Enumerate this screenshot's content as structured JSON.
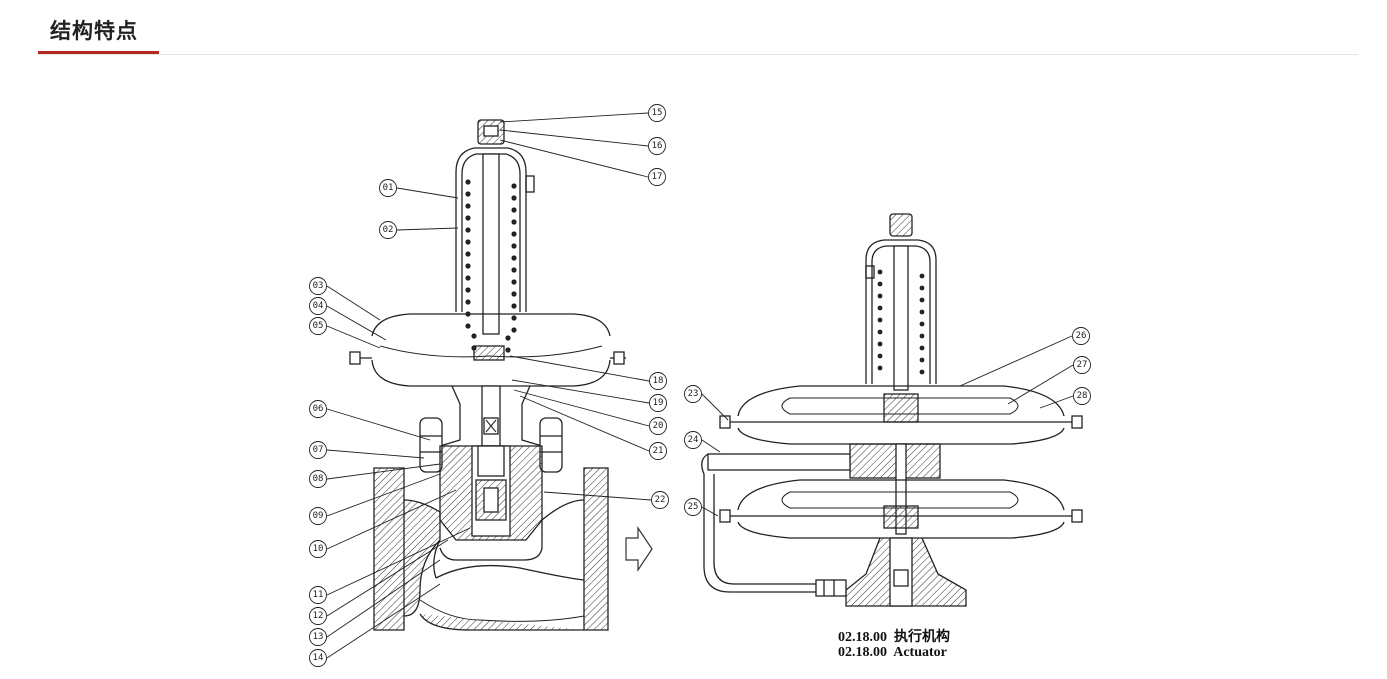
{
  "section": {
    "title": "结构特点"
  },
  "callouts": [
    "01",
    "02",
    "03",
    "04",
    "05",
    "06",
    "07",
    "08",
    "09",
    "10",
    "11",
    "12",
    "13",
    "14",
    "15",
    "16",
    "17",
    "18",
    "19",
    "20",
    "21",
    "22",
    "23",
    "24",
    "25",
    "26",
    "27",
    "28"
  ],
  "caption": {
    "line1_code": "02.18.00",
    "line1_text": "执行机构",
    "line2_code": "02.18.00",
    "line2_text": "Actuator"
  },
  "colors": {
    "accent": "#b5281f",
    "line": "#222222"
  }
}
